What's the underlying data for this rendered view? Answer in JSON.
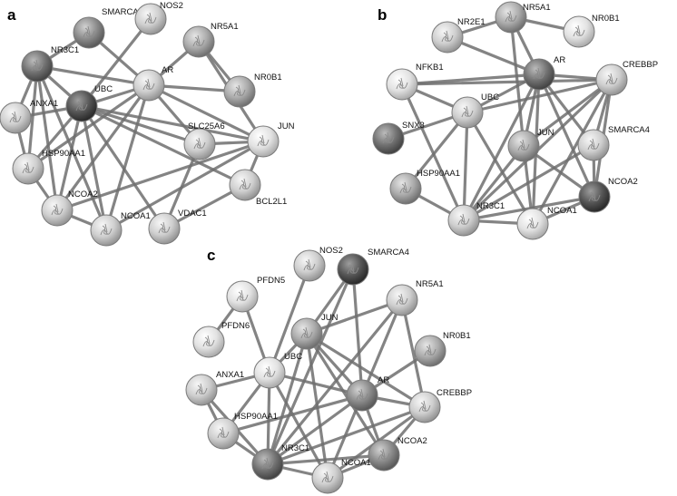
{
  "panels": [
    {
      "letter": "a",
      "nodes": [
        {
          "id": "SMARCA4",
          "label": "SMARCA4",
          "shade": "mid-dark"
        },
        {
          "id": "NOS2",
          "label": "NOS2",
          "shade": "light"
        },
        {
          "id": "NR3C1",
          "label": "NR3C1",
          "shade": "dark"
        },
        {
          "id": "NR5A1",
          "label": "NR5A1",
          "shade": "mid"
        },
        {
          "id": "UBC",
          "label": "UBC",
          "shade": "darkest"
        },
        {
          "id": "AR",
          "label": "AR",
          "shade": "light"
        },
        {
          "id": "NR0B1",
          "label": "NR0B1",
          "shade": "mid"
        },
        {
          "id": "ANXA1",
          "label": "ANXA1",
          "shade": "light"
        },
        {
          "id": "SLC25A6",
          "label": "SLC25A6",
          "shade": "light"
        },
        {
          "id": "JUN",
          "label": "JUN",
          "shade": "lightest"
        },
        {
          "id": "HSP90AA1",
          "label": "HSP90AA1",
          "shade": "light"
        },
        {
          "id": "BCL2L1",
          "label": "BCL2L1",
          "shade": "light"
        },
        {
          "id": "NCOA2",
          "label": "NCOA2",
          "shade": "light"
        },
        {
          "id": "VDAC1",
          "label": "VDAC1",
          "shade": "light"
        },
        {
          "id": "NCOA1",
          "label": "NCOA1",
          "shade": "light"
        }
      ],
      "edges": [
        [
          "SMARCA4",
          "NR3C1"
        ],
        [
          "SMARCA4",
          "AR"
        ],
        [
          "NOS2",
          "UBC"
        ],
        [
          "NR3C1",
          "UBC"
        ],
        [
          "NR3C1",
          "AR"
        ],
        [
          "NR3C1",
          "ANXA1"
        ],
        [
          "NR3C1",
          "HSP90AA1"
        ],
        [
          "NR3C1",
          "NCOA2"
        ],
        [
          "NR3C1",
          "NCOA1"
        ],
        [
          "UBC",
          "AR"
        ],
        [
          "UBC",
          "ANXA1"
        ],
        [
          "UBC",
          "HSP90AA1"
        ],
        [
          "UBC",
          "NCOA2"
        ],
        [
          "UBC",
          "NCOA1"
        ],
        [
          "UBC",
          "JUN"
        ],
        [
          "UBC",
          "SLC25A6"
        ],
        [
          "UBC",
          "BCL2L1"
        ],
        [
          "UBC",
          "VDAC1"
        ],
        [
          "AR",
          "NR5A1"
        ],
        [
          "AR",
          "JUN"
        ],
        [
          "AR",
          "NCOA2"
        ],
        [
          "AR",
          "NCOA1"
        ],
        [
          "AR",
          "HSP90AA1"
        ],
        [
          "AR",
          "NR0B1"
        ],
        [
          "NR5A1",
          "NR0B1"
        ],
        [
          "NR5A1",
          "JUN"
        ],
        [
          "JUN",
          "SLC25A6"
        ],
        [
          "JUN",
          "BCL2L1"
        ],
        [
          "JUN",
          "NCOA1"
        ],
        [
          "JUN",
          "NCOA2"
        ],
        [
          "BCL2L1",
          "VDAC1"
        ],
        [
          "SLC25A6",
          "VDAC1"
        ],
        [
          "HSP90AA1",
          "NCOA2"
        ],
        [
          "NCOA2",
          "NCOA1"
        ],
        [
          "ANXA1",
          "HSP90AA1"
        ],
        [
          "AR",
          "SLC25A6"
        ]
      ]
    },
    {
      "letter": "b",
      "nodes": [
        {
          "id": "NR2E1",
          "label": "NR2E1",
          "shade": "light"
        },
        {
          "id": "NR5A1",
          "label": "NR5A1",
          "shade": "mid"
        },
        {
          "id": "NR0B1",
          "label": "NR0B1",
          "shade": "lightest"
        },
        {
          "id": "NFKB1",
          "label": "NFKB1",
          "shade": "lightest"
        },
        {
          "id": "AR",
          "label": "AR",
          "shade": "dark"
        },
        {
          "id": "CREBBP",
          "label": "CREBBP",
          "shade": "light"
        },
        {
          "id": "UBC",
          "label": "UBC",
          "shade": "light"
        },
        {
          "id": "SNX3",
          "label": "SNX3",
          "shade": "dark"
        },
        {
          "id": "JUN",
          "label": "JUN",
          "shade": "mid"
        },
        {
          "id": "SMARCA4",
          "label": "SMARCA4",
          "shade": "light"
        },
        {
          "id": "HSP90AA1",
          "label": "HSP90AA1",
          "shade": "mid"
        },
        {
          "id": "NCOA2",
          "label": "NCOA2",
          "shade": "darkest"
        },
        {
          "id": "NR3C1",
          "label": "NR3C1",
          "shade": "light"
        },
        {
          "id": "NCOA1",
          "label": "NCOA1",
          "shade": "lightest"
        }
      ],
      "edges": [
        [
          "NR2E1",
          "AR"
        ],
        [
          "NR5A1",
          "AR"
        ],
        [
          "NR5A1",
          "NR0B1"
        ],
        [
          "NR5A1",
          "JUN"
        ],
        [
          "NR5A1",
          "NR2E1"
        ],
        [
          "NFKB1",
          "AR"
        ],
        [
          "NFKB1",
          "UBC"
        ],
        [
          "NFKB1",
          "NR3C1"
        ],
        [
          "NFKB1",
          "CREBBP"
        ],
        [
          "AR",
          "CREBBP"
        ],
        [
          "AR",
          "UBC"
        ],
        [
          "AR",
          "JUN"
        ],
        [
          "AR",
          "NR3C1"
        ],
        [
          "AR",
          "NCOA1"
        ],
        [
          "AR",
          "NCOA2"
        ],
        [
          "AR",
          "SMARCA4"
        ],
        [
          "CREBBP",
          "JUN"
        ],
        [
          "CREBBP",
          "NCOA1"
        ],
        [
          "CREBBP",
          "NCOA2"
        ],
        [
          "CREBBP",
          "NR3C1"
        ],
        [
          "CREBBP",
          "UBC"
        ],
        [
          "UBC",
          "SNX3"
        ],
        [
          "UBC",
          "HSP90AA1"
        ],
        [
          "UBC",
          "NR3C1"
        ],
        [
          "UBC",
          "NCOA1"
        ],
        [
          "JUN",
          "NR3C1"
        ],
        [
          "JUN",
          "NCOA1"
        ],
        [
          "JUN",
          "NCOA2"
        ],
        [
          "SMARCA4",
          "NR3C1"
        ],
        [
          "SMARCA4",
          "NCOA2"
        ],
        [
          "HSP90AA1",
          "NR3C1"
        ],
        [
          "NR3C1",
          "NCOA1"
        ],
        [
          "NR3C1",
          "NCOA2"
        ],
        [
          "NCOA1",
          "NCOA2"
        ],
        [
          "CREBBP",
          "SMARCA4"
        ]
      ]
    },
    {
      "letter": "c",
      "nodes": [
        {
          "id": "NOS2",
          "label": "NOS2",
          "shade": "light"
        },
        {
          "id": "SMARCA4",
          "label": "SMARCA4",
          "shade": "darkest"
        },
        {
          "id": "PFDN5",
          "label": "PFDN5",
          "shade": "lightest"
        },
        {
          "id": "NR5A1",
          "label": "NR5A1",
          "shade": "light"
        },
        {
          "id": "JUN",
          "label": "JUN",
          "shade": "mid"
        },
        {
          "id": "PFDN6",
          "label": "PFDN6",
          "shade": "lightest"
        },
        {
          "id": "NR0B1",
          "label": "NR0B1",
          "shade": "mid"
        },
        {
          "id": "UBC",
          "label": "UBC",
          "shade": "lightest"
        },
        {
          "id": "ANXA1",
          "label": "ANXA1",
          "shade": "light"
        },
        {
          "id": "AR",
          "label": "AR",
          "shade": "mid-dark"
        },
        {
          "id": "CREBBP",
          "label": "CREBBP",
          "shade": "light"
        },
        {
          "id": "HSP90AA1",
          "label": "HSP90AA1",
          "shade": "light"
        },
        {
          "id": "NCOA2",
          "label": "NCOA2",
          "shade": "mid-dark"
        },
        {
          "id": "NR3C1",
          "label": "NR3C1",
          "shade": "dark"
        },
        {
          "id": "NCOA1",
          "label": "NCOA1",
          "shade": "light"
        }
      ],
      "edges": [
        [
          "NOS2",
          "UBC"
        ],
        [
          "SMARCA4",
          "JUN"
        ],
        [
          "SMARCA4",
          "AR"
        ],
        [
          "SMARCA4",
          "NR3C1"
        ],
        [
          "PFDN5",
          "PFDN6"
        ],
        [
          "PFDN5",
          "UBC"
        ],
        [
          "NR5A1",
          "JUN"
        ],
        [
          "NR5A1",
          "AR"
        ],
        [
          "NR5A1",
          "NR3C1"
        ],
        [
          "NR5A1",
          "CREBBP"
        ],
        [
          "JUN",
          "UBC"
        ],
        [
          "JUN",
          "AR"
        ],
        [
          "JUN",
          "NR3C1"
        ],
        [
          "JUN",
          "NCOA1"
        ],
        [
          "JUN",
          "NCOA2"
        ],
        [
          "JUN",
          "CREBBP"
        ],
        [
          "NR0B1",
          "AR"
        ],
        [
          "UBC",
          "ANXA1"
        ],
        [
          "UBC",
          "HSP90AA1"
        ],
        [
          "UBC",
          "NR3C1"
        ],
        [
          "UBC",
          "AR"
        ],
        [
          "UBC",
          "NCOA1"
        ],
        [
          "AR",
          "CREBBP"
        ],
        [
          "AR",
          "HSP90AA1"
        ],
        [
          "AR",
          "NR3C1"
        ],
        [
          "AR",
          "NCOA1"
        ],
        [
          "AR",
          "NCOA2"
        ],
        [
          "CREBBP",
          "NCOA1"
        ],
        [
          "CREBBP",
          "NCOA2"
        ],
        [
          "CREBBP",
          "NR3C1"
        ],
        [
          "HSP90AA1",
          "NR3C1"
        ],
        [
          "ANXA1",
          "HSP90AA1"
        ],
        [
          "NR3C1",
          "NCOA1"
        ],
        [
          "NR3C1",
          "NCOA2"
        ],
        [
          "NCOA1",
          "NCOA2"
        ],
        [
          "ANXA1",
          "NR3C1"
        ]
      ]
    }
  ]
}
